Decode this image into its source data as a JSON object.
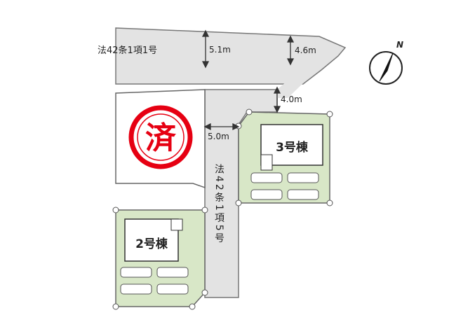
{
  "roads": {
    "top_road_name": "法42条1項1号",
    "side_road_name": "法42条1項5号"
  },
  "dimensions": {
    "top_width_west": "5.1m",
    "top_width_east": "4.6m",
    "side_road_north": "4.0m",
    "side_road_width": "5.0m"
  },
  "lots": {
    "lot3_label": "3号棟",
    "lot2_label": "2号棟",
    "lot3_parking_spaces": 4,
    "lot2_parking_spaces": 4
  },
  "stamp": {
    "text": "済",
    "color": "#e60012"
  },
  "compass": {
    "label": "N"
  },
  "colors": {
    "road": "#e3e3e3",
    "lot": "#d8e7c7",
    "outline": "#666666",
    "stamp": "#e60012"
  }
}
